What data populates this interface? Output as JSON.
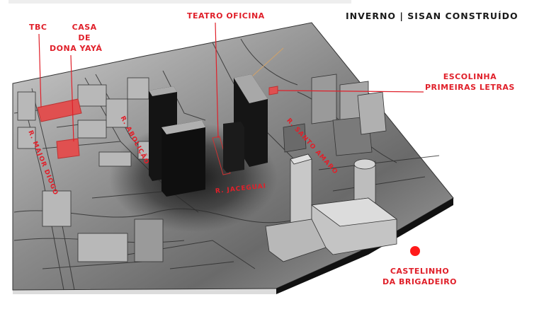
{
  "title": "INVERNO | SISAN CONSTRUÍDO",
  "colors": {
    "accent": "#e0202a",
    "highlight_building": "#e05050",
    "title_text": "#1a1a1a",
    "terrain_light": "#c8c8c8",
    "terrain_dark": "#1a1a1a"
  },
  "landmarks": {
    "tbc": "TBC",
    "casa_line1": "CASA",
    "casa_line2": "DE",
    "casa_line3": "DONA YAYÁ",
    "teatro": "TEATRO OFICINA",
    "escolinha_line1": "ESCOLINHA",
    "escolinha_line2": "PRIMEIRAS LETRAS",
    "castelinho_line1": "CASTELINHO",
    "castelinho_line2": "DA BRIGADEIRO"
  },
  "streets": {
    "major_diogo": "R. MAJOR DIOGO",
    "abolicao": "R. ABOLIÇÃO",
    "santo_amaro": "R. SANTO AMARO",
    "jaceguai": "R. JACEGUAI"
  }
}
